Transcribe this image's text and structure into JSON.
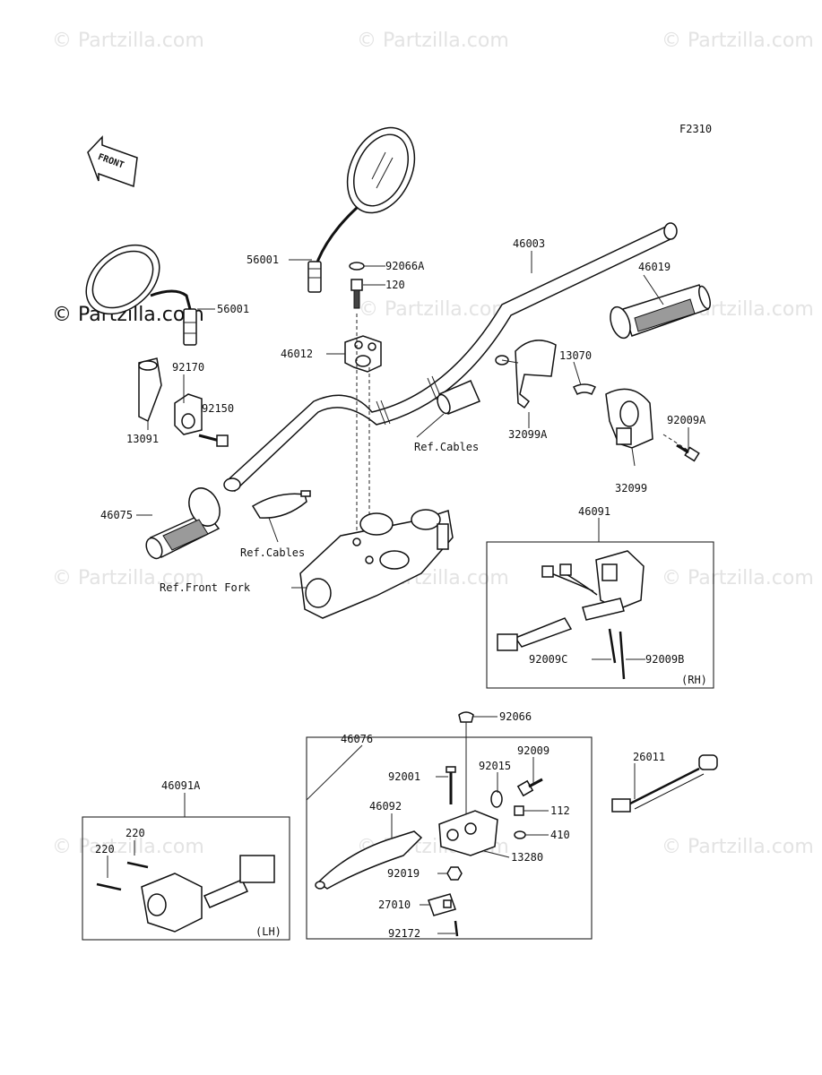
{
  "diagram": {
    "code": "F2310",
    "front_label": "FRONT",
    "watermark": "© Partzilla.com",
    "callouts": {
      "p56001a": "56001",
      "p56001b": "56001",
      "p92066a": "92066A",
      "p120": "120",
      "p46003": "46003",
      "p46019": "46019",
      "p46012": "46012",
      "p13070": "13070",
      "p92170": "92170",
      "p92150": "92150",
      "p13091": "13091",
      "p32099a": "32099A",
      "p92009a": "92009A",
      "p32099": "32099",
      "p46075": "46075",
      "p46091": "46091",
      "p92009c": "92009C",
      "p92009b": "92009B",
      "p92066": "92066",
      "p46076": "46076",
      "p92009": "92009",
      "p92001": "92001",
      "p92015": "92015",
      "p26011": "26011",
      "p46092": "46092",
      "p112": "112",
      "p410": "410",
      "p46091a": "46091A",
      "p220a": "220",
      "p220b": "220",
      "p92019": "92019",
      "p13280": "13280",
      "p27010": "27010",
      "p92172": "92172"
    },
    "refs": {
      "cables1": "Ref.Cables",
      "cables2": "Ref.Cables",
      "front_fork": "Ref.Front Fork"
    },
    "side_labels": {
      "rh": "(RH)",
      "lh": "(LH)"
    }
  }
}
